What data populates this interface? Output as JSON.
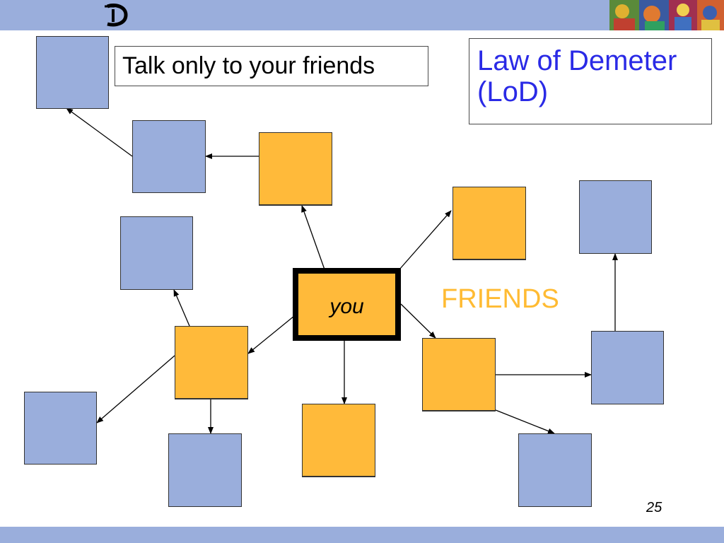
{
  "slide": {
    "tagline": "Talk only to your friends",
    "title_lines": [
      "Law of Demeter",
      "(LoD)"
    ],
    "friends_label": "FRIENDS",
    "you_label": "you",
    "page_number": "25"
  },
  "colors": {
    "band": "#9aaedc",
    "stranger_box": "#9aaedc",
    "friend_box": "#ffba3a",
    "title_text": "#2a2ae6",
    "friends_text": "#ffbb33"
  }
}
